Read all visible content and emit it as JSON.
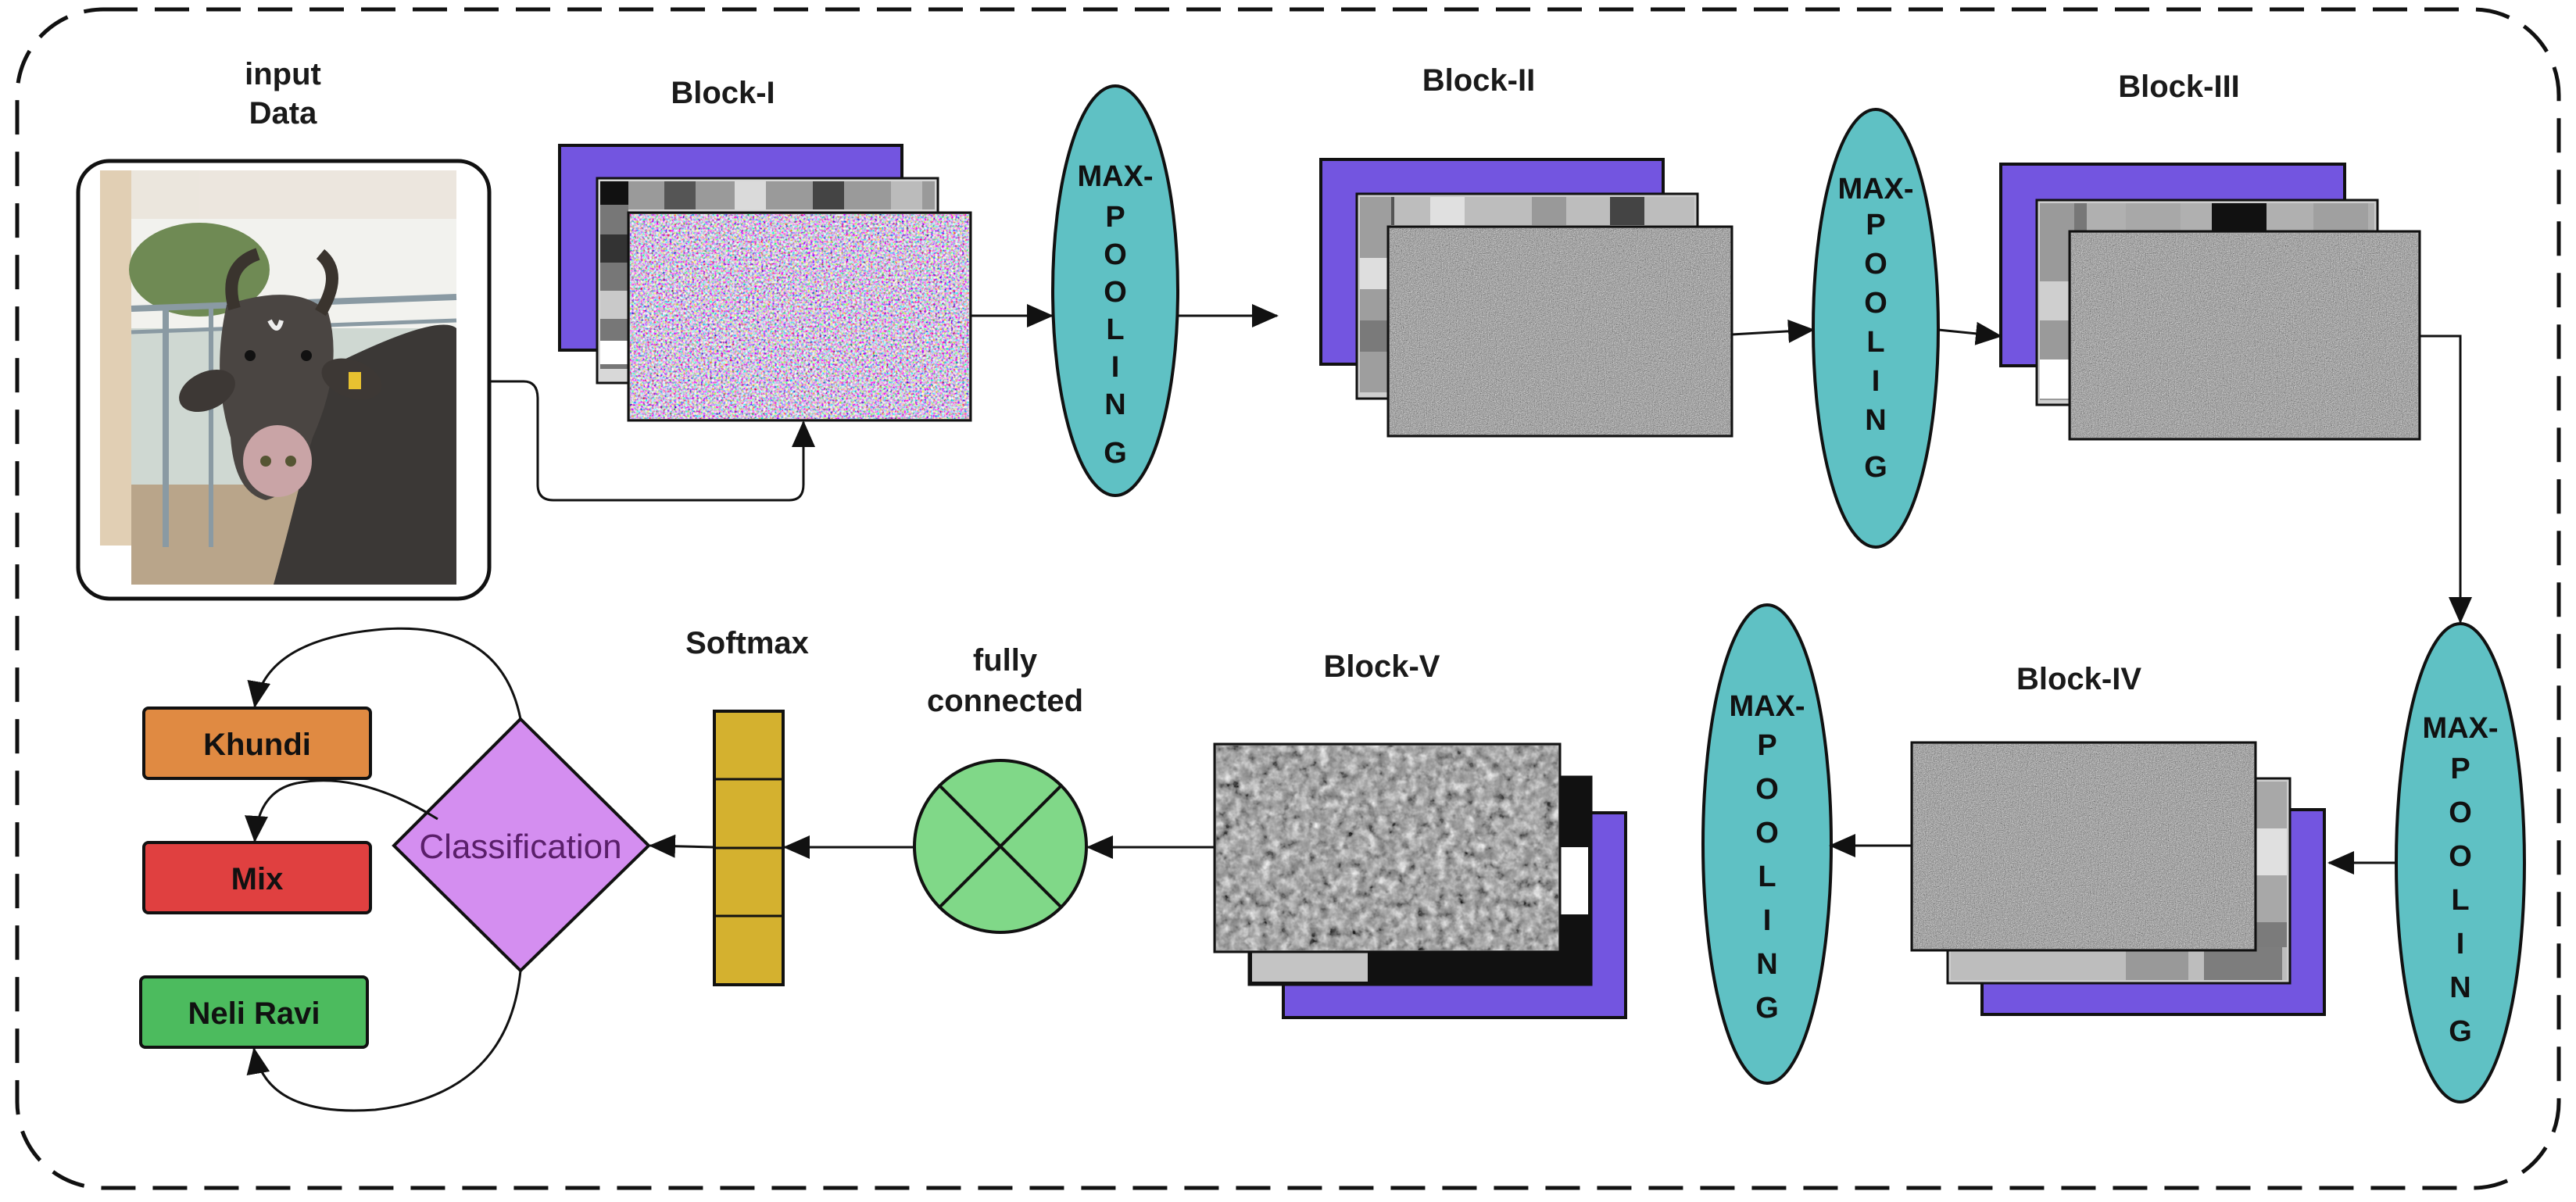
{
  "colors": {
    "block_back": "#7355e0",
    "pool_fill": "#5fc1c4",
    "class_fill": "#d48ef0",
    "fc_fill": "#80d888",
    "softmax_fill": "#d4b12f",
    "khundi": "#e08a42",
    "mix": "#e04040",
    "neli_ravi": "#4cbb5e"
  },
  "input": {
    "label_line1": "input",
    "label_line2": "Data"
  },
  "blocks": {
    "b1": "Block-I",
    "b2": "Block-II",
    "b3": "Block-III",
    "b4": "Block-IV",
    "b5": "Block-V"
  },
  "pooling": {
    "line1": "MAX-",
    "letters": [
      "P",
      "O",
      "O",
      "L",
      "I",
      "N",
      "G"
    ]
  },
  "fully_connected": {
    "line1": "fully",
    "line2": "connected"
  },
  "softmax": {
    "label": "Softmax"
  },
  "classification": {
    "label": "Classification"
  },
  "outputs": [
    "Khundi",
    "Mix",
    "Neli Ravi"
  ]
}
